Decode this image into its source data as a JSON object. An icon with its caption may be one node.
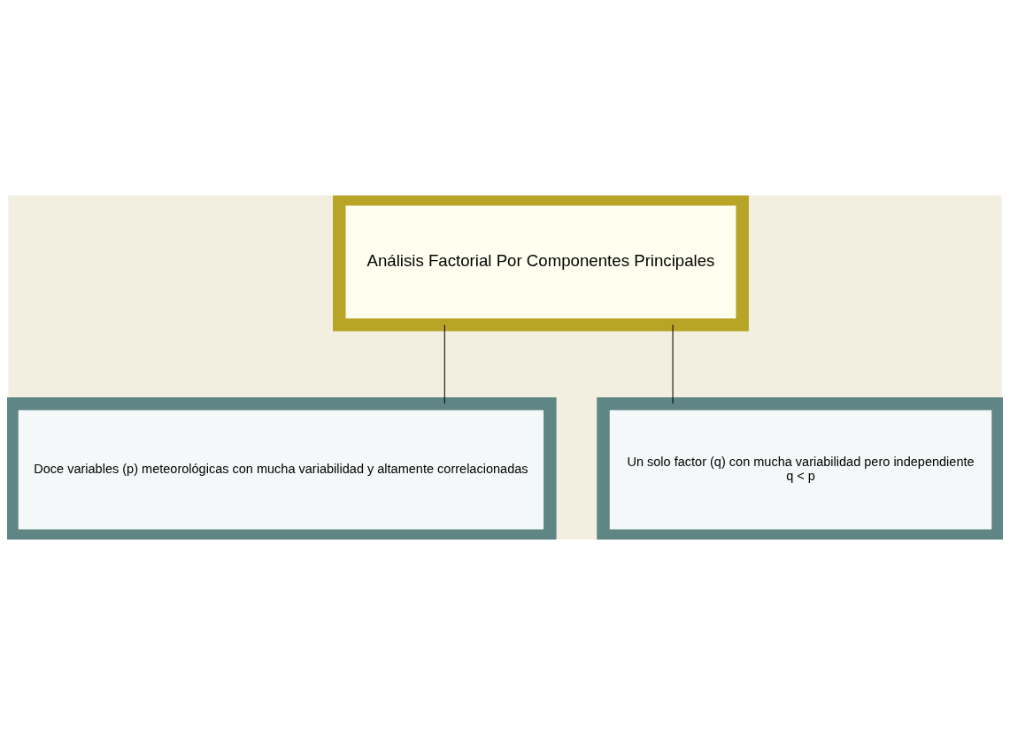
{
  "diagram": {
    "nodes": [
      {
        "text": [
          "Análisis Factorial Por Componentes Principales"
        ]
      },
      {
        "text": [
          "Doce variables (p) meteorológicas con mucha variabilidad y altamente correlacionadas"
        ]
      },
      {
        "text": [
          "Un solo factor (q) con mucha variabilidad pero independiente",
          "q < p"
        ]
      }
    ],
    "edges": [
      {
        "from": 0,
        "to": 1,
        "arrow": "none"
      },
      {
        "from": 0,
        "to": 2,
        "arrow": "none"
      }
    ]
  }
}
